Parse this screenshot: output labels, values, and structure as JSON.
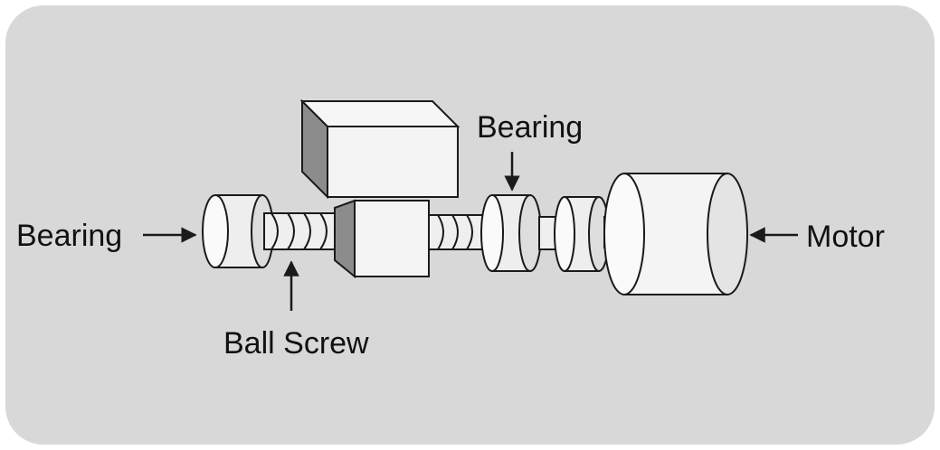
{
  "diagram": {
    "labels": {
      "left_bearing": "Bearing",
      "right_bearing": "Bearing",
      "ball_screw": "Ball Screw",
      "motor": "Motor"
    },
    "colors": {
      "panel_background": "#d8d8d8",
      "component_fill": "#f4f4f4",
      "component_shade": "#d2d2d2",
      "dark_shade": "#8c8c8c",
      "outline": "#1a1a1a",
      "arrow": "#1a1a1a"
    }
  }
}
